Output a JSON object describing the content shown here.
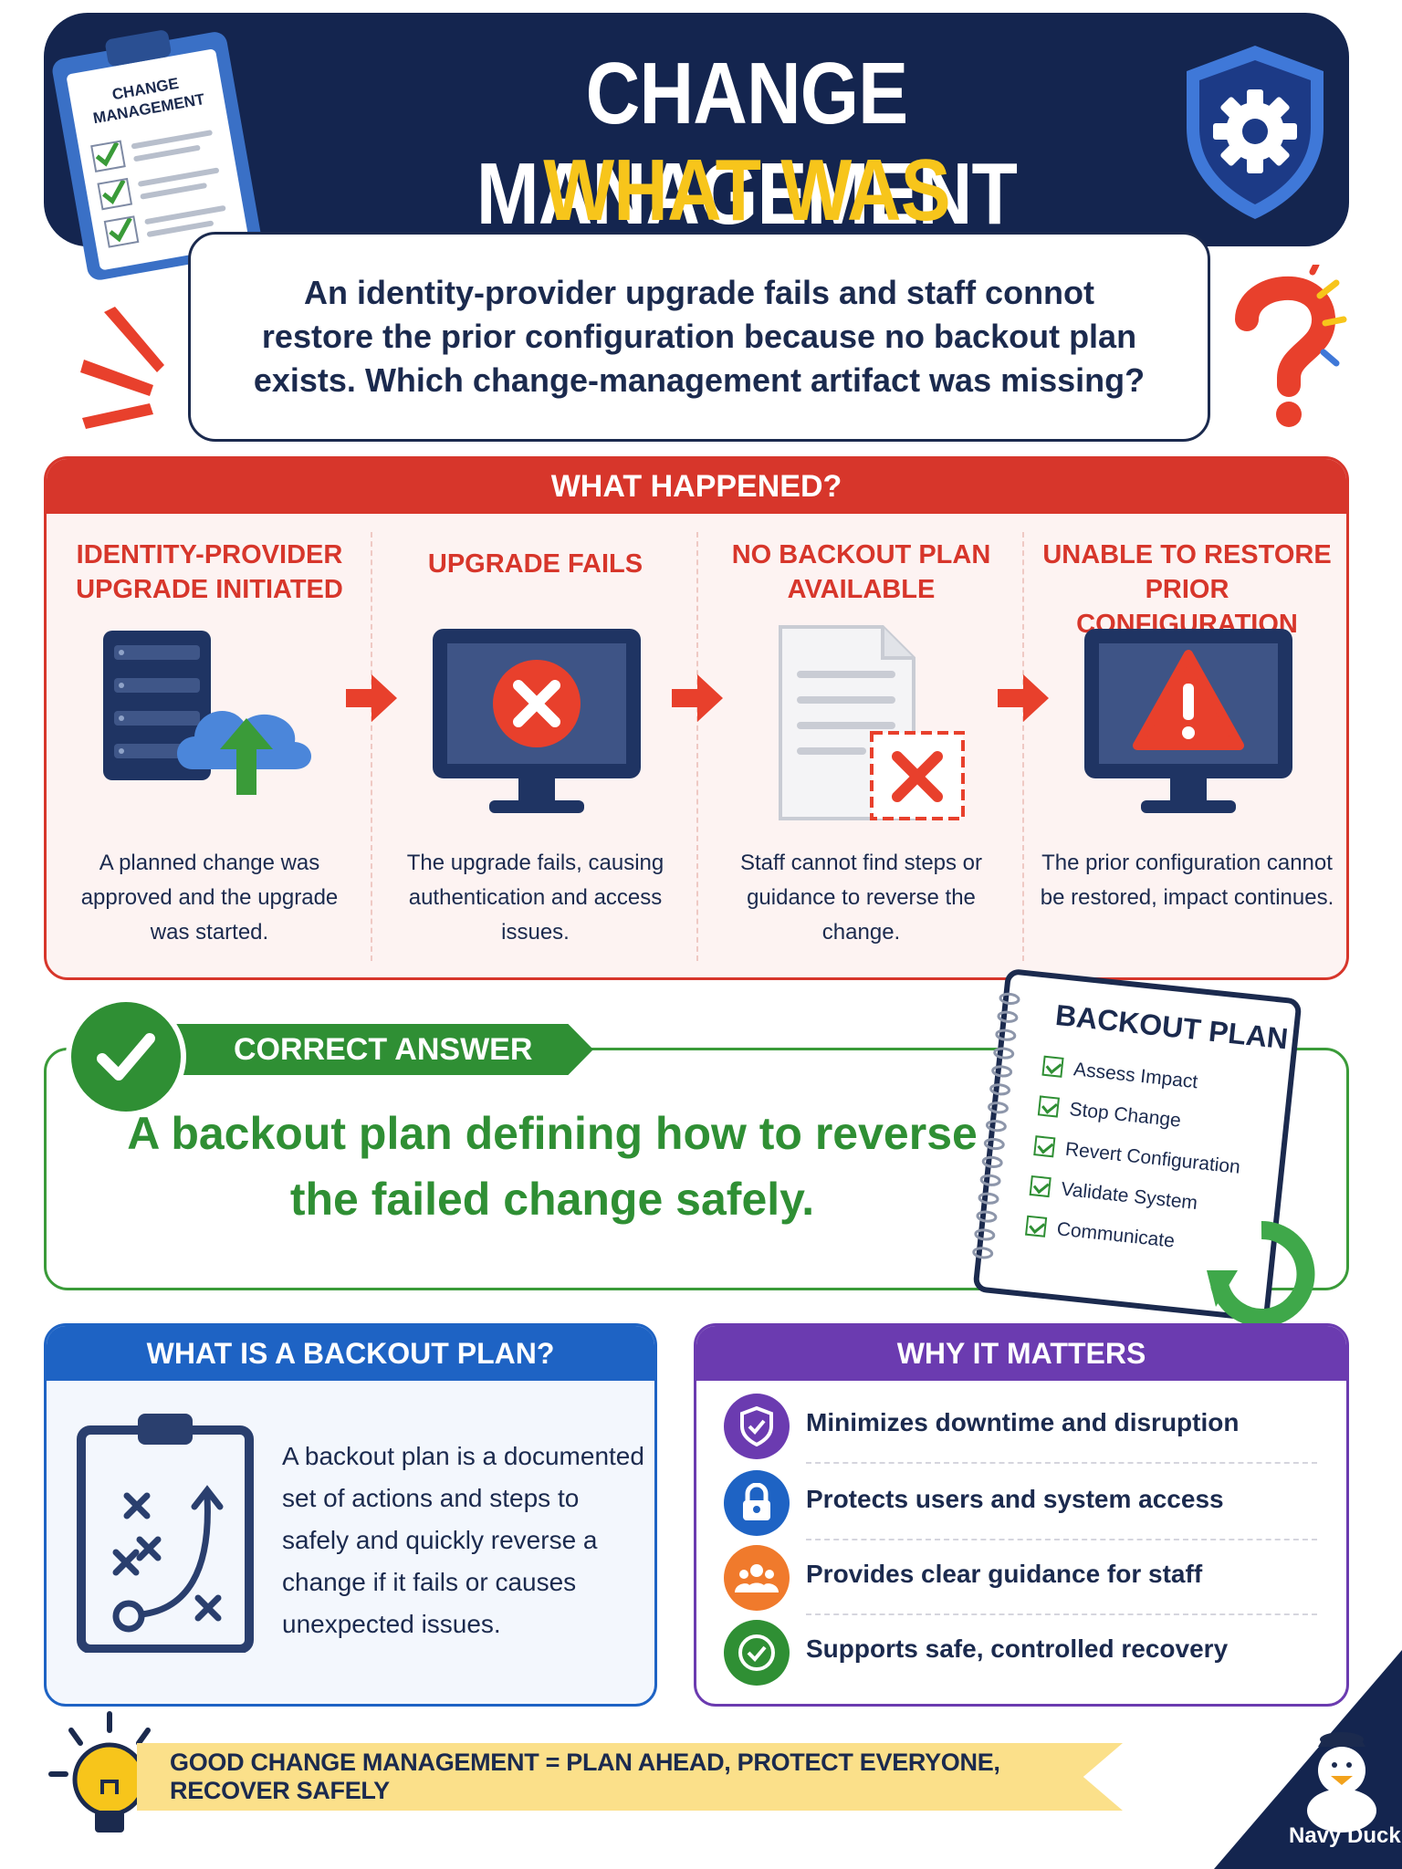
{
  "header": {
    "title_line1": "CHANGE MANAGEMENT",
    "title_line2": "WHAT WAS MISSING?",
    "clipboard_label_line1": "CHANGE",
    "clipboard_label_line2": "MANAGEMENT"
  },
  "question": {
    "text": "An identity-provider upgrade fails and staff connot restore the prior configuration because no backout plan exists. Which change-management artifact was missing?"
  },
  "what_happened": {
    "heading": "WHAT HAPPENED?",
    "steps": [
      {
        "title": "IDENTITY-PROVIDER UPGRADE INITIATED",
        "icon": "server-cloud-upload-icon",
        "description": "A planned change was approved and the upgrade was started."
      },
      {
        "title": "UPGRADE FAILS",
        "icon": "monitor-error-icon",
        "description": "The upgrade fails, causing authentication and access issues."
      },
      {
        "title": "NO BACKOUT PLAN AVAILABLE",
        "icon": "missing-document-icon",
        "description": "Staff cannot find steps or guidance to reverse the change."
      },
      {
        "title": "UNABLE TO RESTORE PRIOR CONFIGURATION",
        "icon": "monitor-warning-icon",
        "description": "The prior configuration cannot be restored, impact continues."
      }
    ]
  },
  "correct_answer": {
    "tag": "CORRECT ANSWER",
    "text": "A backout plan defining how to reverse the failed change safely.",
    "notebook": {
      "title": "BACKOUT PLAN",
      "items": [
        "Assess Impact",
        "Stop Change",
        "Revert Configuration",
        "Validate System",
        "Communicate"
      ]
    }
  },
  "what_is": {
    "heading": "WHAT IS A BACKOUT PLAN?",
    "text": "A backout plan is a documented set of actions and steps to safely and quickly reverse a change if it fails or causes unexpected issues."
  },
  "why_it_matters": {
    "heading": "WHY IT MATTERS",
    "items": [
      {
        "label": "Minimizes downtime and disruption",
        "icon": "shield-check-icon",
        "color": "#6b3bb0"
      },
      {
        "label": "Protects users and system access",
        "icon": "lock-icon",
        "color": "#1e63c4"
      },
      {
        "label": "Provides clear guidance for staff",
        "icon": "people-icon",
        "color": "#f07a2c"
      },
      {
        "label": "Supports safe, controlled recovery",
        "icon": "check-circle-icon",
        "color": "#2f8f34"
      }
    ]
  },
  "footer": {
    "banner": "GOOD CHANGE MANAGEMENT = PLAN AHEAD, PROTECT EVERYONE, RECOVER SAFELY",
    "brand": "Navy Duck"
  },
  "colors": {
    "navy": "#14254f",
    "red": "#d7362b",
    "green": "#2f8f34",
    "blue": "#1e63c4",
    "purple": "#6b3bb0",
    "yellow": "#f7c51b"
  }
}
